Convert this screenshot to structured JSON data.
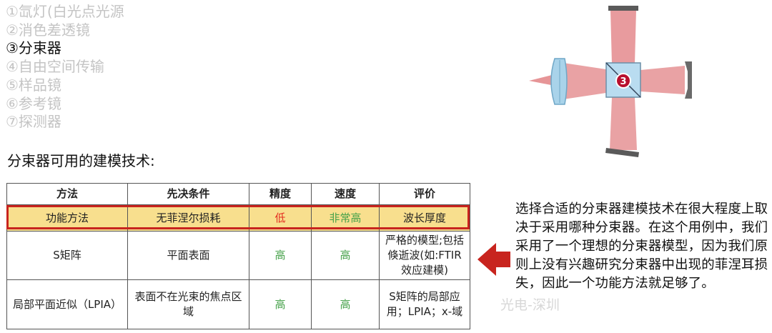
{
  "steps": [
    {
      "label": "①氙灯(白光点光源",
      "active": false
    },
    {
      "label": "②消色差透镜",
      "active": false
    },
    {
      "label": "③分束器",
      "active": true
    },
    {
      "label": "④自由空间传输",
      "active": false
    },
    {
      "label": "⑤样品镜",
      "active": false
    },
    {
      "label": "⑥参考镜",
      "active": false
    },
    {
      "label": "⑦探测器",
      "active": false
    }
  ],
  "subtitle": "分束器可用的建模技术:",
  "table": {
    "headers": [
      "方法",
      "先决条件",
      "精度",
      "速度",
      "评价"
    ],
    "rows": [
      [
        "功能方法",
        "无菲涅尔损耗",
        "低",
        "非常高",
        "波长厚度"
      ],
      [
        "S矩阵",
        "平面表面",
        "高",
        "高",
        "严格的模型;包括倏逝波(如:FTIR效应建模)"
      ],
      [
        "局部平面近似（LPIA）",
        "表面不在光束的焦点区域",
        "高",
        "高",
        "S矩阵的局部应用；LPIA；x-域"
      ]
    ]
  },
  "note": "选择合适的分束器建模技术在很大程度上取决于采用哪种分束器。在这个用例中，我们采用了一个理想的分束器模型，因为我们原则上没有兴趣研究分束器中出现的菲涅耳损失，因此一个功能方法就足够了。",
  "diagram": {
    "badge": "3"
  },
  "watermark": "光电-深圳",
  "colors": {
    "highlight_fill": "#f8df8e",
    "highlight_border": "#c8241e",
    "low": "#e32b1f",
    "good": "#47a24b",
    "beam": "#e07a7d",
    "cube": "#b9dcf0"
  }
}
